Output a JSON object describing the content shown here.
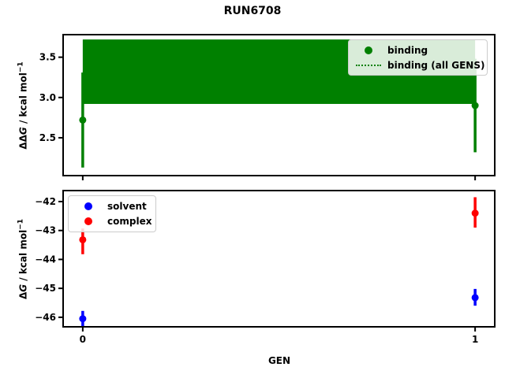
{
  "figure": {
    "title": "RUN6708"
  },
  "colors": {
    "binding": "#008000",
    "solvent": "#0000ff",
    "complex": "#ff0000",
    "frame": "#000000",
    "legend_border": "#cccccc"
  },
  "chart_data": [
    {
      "type": "scatter",
      "xlim": [
        -0.05,
        1.05
      ],
      "ylim": [
        2.03,
        3.78
      ],
      "yticks": [
        2.5,
        3.0,
        3.5
      ],
      "ytick_labels": [
        "2.5",
        "3.0",
        "3.5"
      ],
      "xticks": [
        0,
        1
      ],
      "xtick_labels": [],
      "ylabel": {
        "delta": "ΔΔ",
        "var": "G",
        "rest": " / kcal mol",
        "sup": "−1"
      },
      "band": {
        "name": "binding (all GENS)",
        "x": [
          0,
          1
        ],
        "y_low": 2.92,
        "y_high": 3.72,
        "center": 3.32,
        "color": "#008000",
        "center_line_style": "dotted"
      },
      "series": [
        {
          "name": "binding",
          "color": "#008000",
          "marker": "circle",
          "x": [
            0,
            1
          ],
          "y": [
            2.72,
            2.9
          ],
          "err_low": [
            2.13,
            2.32
          ],
          "err_high": [
            3.31,
            3.48
          ]
        }
      ],
      "legend": {
        "position": "top-right",
        "entries": [
          {
            "label": "binding",
            "marker": "dot",
            "color": "#008000"
          },
          {
            "label": "binding (all GENS)",
            "marker": "dotted-line",
            "color": "#008000"
          }
        ]
      },
      "grid": false
    },
    {
      "type": "scatter",
      "xlabel": "GEN",
      "xlim": [
        -0.05,
        1.05
      ],
      "ylim": [
        -46.33,
        -41.62
      ],
      "yticks": [
        -42,
        -43,
        -44,
        -45,
        -46
      ],
      "ytick_labels": [
        "−42",
        "−43",
        "−44",
        "−45",
        "−46"
      ],
      "xticks": [
        0,
        1
      ],
      "xtick_labels": [
        "0",
        "1"
      ],
      "ylabel": {
        "delta": "Δ",
        "var": "G",
        "rest": " / kcal mol",
        "sup": "−1"
      },
      "series": [
        {
          "name": "solvent",
          "color": "#0000ff",
          "marker": "circle",
          "x": [
            0,
            1
          ],
          "y": [
            -46.05,
            -45.32
          ],
          "err_low": [
            -46.33,
            -45.6
          ],
          "err_high": [
            -45.78,
            -45.02
          ]
        },
        {
          "name": "complex",
          "color": "#ff0000",
          "marker": "circle",
          "x": [
            0,
            1
          ],
          "y": [
            -43.32,
            -42.4
          ],
          "err_low": [
            -43.82,
            -42.9
          ],
          "err_high": [
            -42.93,
            -41.85
          ]
        }
      ],
      "legend": {
        "position": "top-left",
        "entries": [
          {
            "label": "solvent",
            "marker": "dot",
            "color": "#0000ff"
          },
          {
            "label": "complex",
            "marker": "dot",
            "color": "#ff0000"
          }
        ]
      },
      "grid": false
    }
  ]
}
